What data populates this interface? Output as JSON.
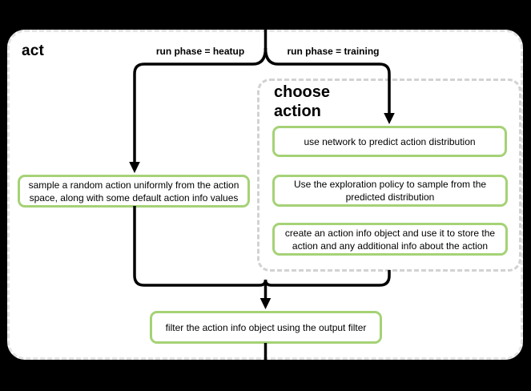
{
  "diagram": {
    "title": "act",
    "branch_labels": {
      "heatup": "run phase = heatup",
      "training": "run phase = training"
    },
    "groups": {
      "choose_action": {
        "title": "choose action"
      }
    },
    "nodes": {
      "sample_random": {
        "label": "sample a random action uniformly from the action space, along with some default action info values"
      },
      "use_network": {
        "label": "use network to predict action distribution"
      },
      "exploration_policy": {
        "label": "Use the exploration policy to sample from the predicted distribution"
      },
      "create_action_info": {
        "label": "create an action info object and use it to store the action and any additional info about the action"
      },
      "filter_output": {
        "label": "filter the action info object using the output filter"
      }
    },
    "colors": {
      "background": "#000000",
      "panel_background": "#ffffff",
      "panel_border": "#e3e3e3",
      "group_border": "#d2d2d2",
      "node_border": "#a5d276",
      "connector": "#000000"
    }
  }
}
